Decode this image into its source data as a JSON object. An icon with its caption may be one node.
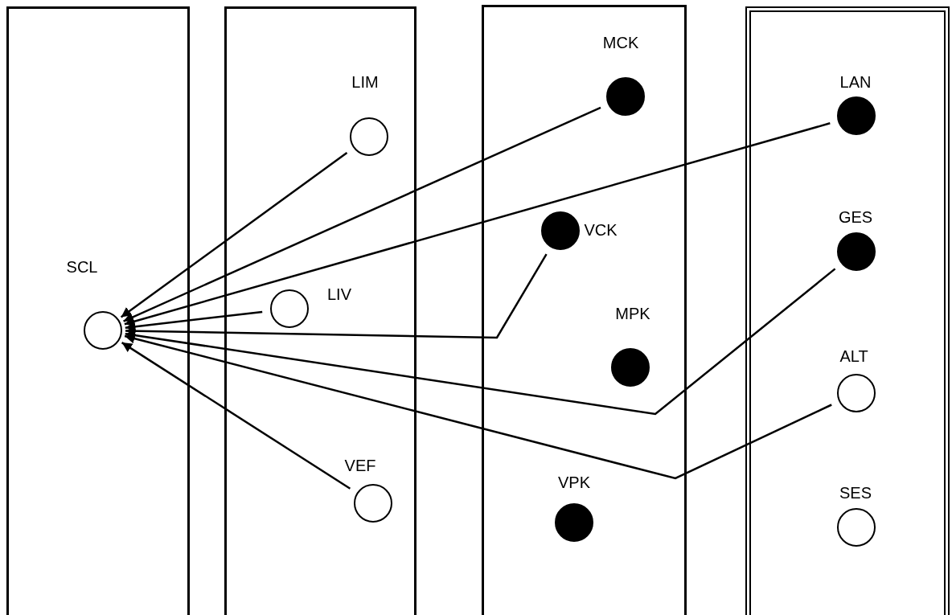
{
  "diagram": {
    "nodes": [
      {
        "text": [],
        "shape": "box"
      },
      {
        "text": [],
        "shape": "circle",
        "in": 0,
        "beside": [
          "SCL"
        ]
      },
      {
        "text": [],
        "shape": "box"
      },
      {
        "text": [],
        "shape": "circle",
        "in": 2,
        "beside": [
          "LIM"
        ]
      },
      {
        "text": [],
        "shape": "circle",
        "in": 2,
        "beside": [
          "LIV"
        ]
      },
      {
        "text": [],
        "shape": "circle",
        "in": 2,
        "beside": [
          "VEF"
        ]
      },
      {
        "text": [],
        "shape": "box"
      },
      {
        "text": [],
        "shape": "dot",
        "in": 6,
        "beside": [
          "MCK"
        ]
      },
      {
        "text": [],
        "shape": "dot",
        "in": 6,
        "beside": [
          "VCK"
        ]
      },
      {
        "text": [],
        "shape": "dot",
        "in": 6,
        "beside": [
          "MPK"
        ]
      },
      {
        "text": [],
        "shape": "dot",
        "in": 6,
        "beside": [
          "VPK"
        ]
      },
      {
        "text": [],
        "shape": "box"
      },
      {
        "text": [],
        "shape": "dot",
        "in": 11,
        "beside": [
          "LAN"
        ]
      },
      {
        "text": [],
        "shape": "dot",
        "in": 11,
        "beside": [
          "GES"
        ]
      },
      {
        "text": [],
        "shape": "circle",
        "in": 11,
        "beside": [
          "ALT"
        ]
      },
      {
        "text": [],
        "shape": "circle",
        "in": 11,
        "beside": [
          "SES"
        ]
      }
    ],
    "edges": [
      {
        "from": 3,
        "to": 1,
        "arrow": "to"
      },
      {
        "from": 7,
        "to": 1,
        "arrow": "to"
      },
      {
        "from": 12,
        "to": 1,
        "arrow": "to"
      },
      {
        "from": 4,
        "to": 1,
        "arrow": "to"
      },
      {
        "from": 8,
        "to": 1,
        "arrow": "to"
      },
      {
        "from": 13,
        "to": 1,
        "arrow": "to"
      },
      {
        "from": 14,
        "to": 1,
        "arrow": "to"
      },
      {
        "from": 5,
        "to": 1,
        "arrow": "to"
      }
    ]
  }
}
